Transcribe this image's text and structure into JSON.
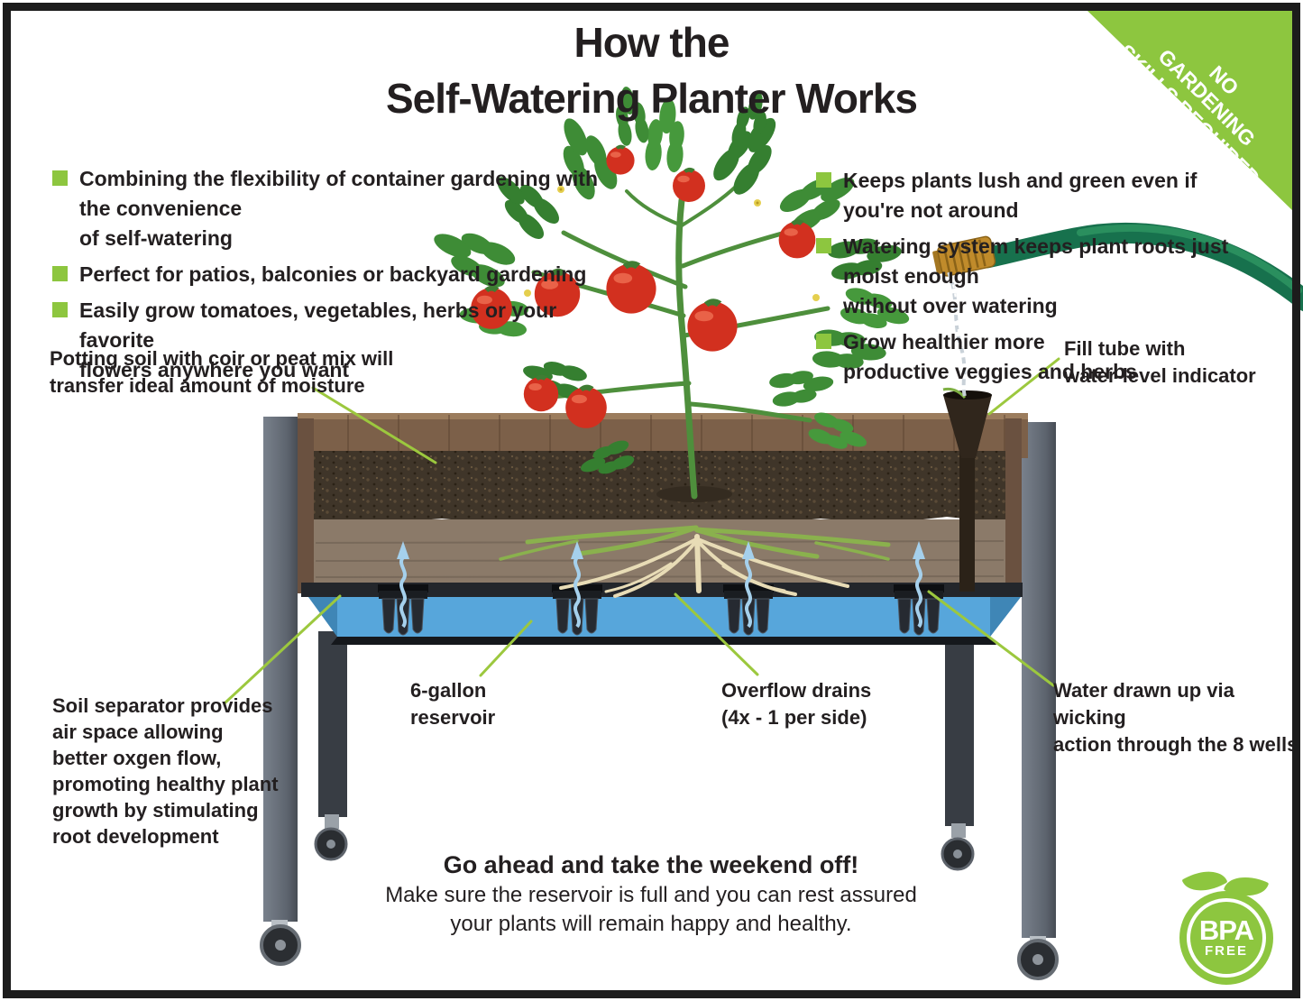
{
  "ribbon": {
    "lines": [
      "NO",
      "GARDENING",
      "SKILLS REQUIRED"
    ]
  },
  "title": {
    "line1": "How the",
    "line2": "Self-Watering Planter Works"
  },
  "left_bullets": [
    "Combining the flexibility of container gardening with the convenience\nof self-watering",
    "Perfect for patios, balconies or backyard gardening",
    "Easily grow tomatoes, vegetables, herbs or your favorite\nflowers anywhere you want"
  ],
  "right_bullets": [
    "Keeps plants lush and green even if you're not around",
    "Watering system keeps plant roots just moist enough\nwithout over watering",
    "Grow healthier more\nproductive veggies and herbs"
  ],
  "callouts": {
    "potting_soil": "Potting soil with coir or peat mix will\ntransfer ideal amount of moisture",
    "fill_tube": "Fill tube with\nwater-level indicator",
    "soil_separator": "Soil separator provides\nair space allowing\nbetter oxgen flow,\npromoting healthy plant\ngrowth by stimulating\nroot development",
    "six_gallon": "6-gallon\nreservoir",
    "overflow": "Overflow drains\n(4x - 1 per side)",
    "water_drawn": "Water drawn up via wicking\naction through the 8 wells"
  },
  "footer": {
    "headline": "Go ahead and take the weekend off!",
    "line1": "Make sure the reservoir is full and you can rest assured",
    "line2": "your plants will remain happy and healthy."
  },
  "bpa": {
    "top": "BPA",
    "bottom": "FREE"
  },
  "colors": {
    "accent_green": "#8dc63f",
    "leader_line_green": "#9cc83e",
    "water_blue": "#57a6db",
    "arrow_blue": "#a5d0ec",
    "soil_dark": "#3f3529",
    "soil_light": "#8b7a69",
    "wood_brown": "#7c6049",
    "leg_gray": "#646c76",
    "hose_green": "#17714d",
    "brass": "#c08b2b",
    "tomato_red": "#d2301f",
    "text_black": "#231f20"
  }
}
